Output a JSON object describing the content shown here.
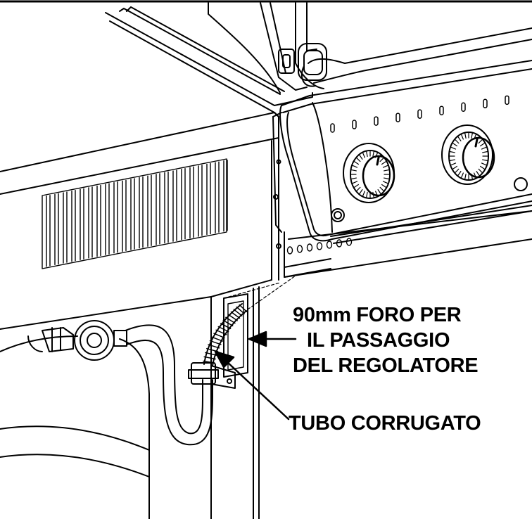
{
  "callouts": {
    "hole_line1": "90mm FORO PER",
    "hole_line2": "IL PASSAGGIO",
    "hole_line3": "DEL REGOLATORE",
    "hose": "TUBO CORRUGATO"
  },
  "colors": {
    "ink": "#000000",
    "paper": "#ffffff"
  }
}
